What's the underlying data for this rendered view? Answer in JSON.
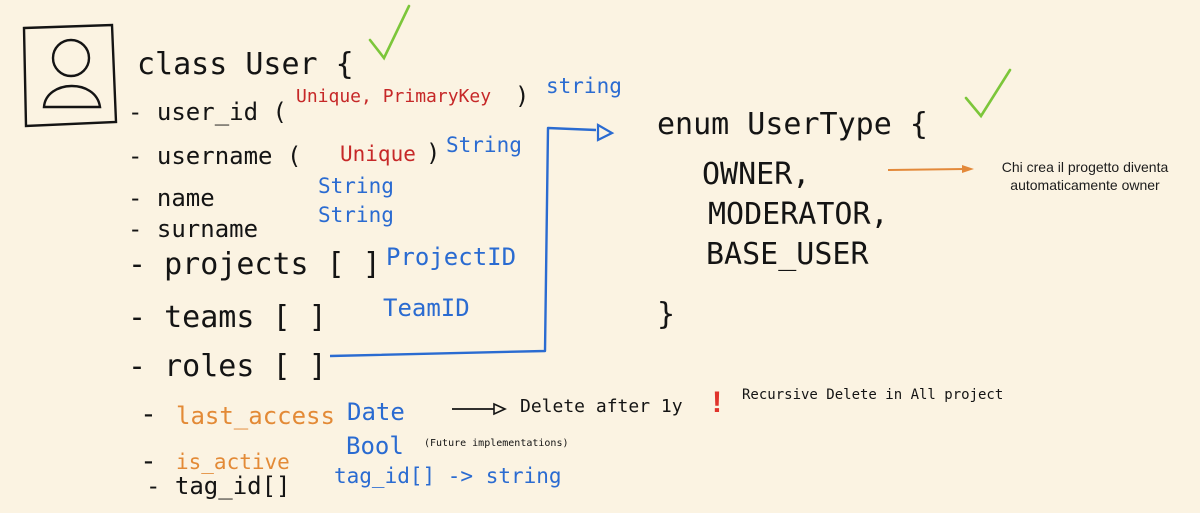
{
  "user_class": {
    "header": "class User {",
    "fields": [
      {
        "name": "- user_id (",
        "annotation": "Unique, PrimaryKey",
        "close": ")",
        "type": "string"
      },
      {
        "name": "- username (",
        "annotation": "Unique",
        "close": ")",
        "type": "String"
      },
      {
        "name": "- name",
        "type": "String"
      },
      {
        "name": "- surname",
        "type": "String"
      },
      {
        "name": "- projects [ ]",
        "type": "ProjectID"
      },
      {
        "name": "- teams [ ]",
        "type": "TeamID"
      },
      {
        "name": "- roles [ ]"
      },
      {
        "name": "last_access",
        "type": "Date",
        "note": "Delete after 1y",
        "warning": "Recursive Delete in All project"
      },
      {
        "name": "is_active",
        "type": "Bool",
        "note": "(Future implementations)"
      },
      {
        "name": "- tag_id[]",
        "type": "tag_id[] -> string"
      }
    ],
    "dashes": [
      "-",
      "-"
    ]
  },
  "enum": {
    "header": "enum UserType {",
    "values": [
      "OWNER,",
      "MODERATOR,",
      "BASE_USER"
    ],
    "close": "}",
    "owner_note": "Chi crea il progetto diventa automaticamente owner"
  },
  "colors": {
    "ink": "#141414",
    "type_annotation": "#2a6bd1",
    "constraint": "#c62828",
    "optional_field": "#e38a36",
    "checkmark": "#7cc63a",
    "note_arrow": "#e3893a",
    "warning": "#e0332b",
    "background": "#fbf3e2"
  },
  "icons": [
    "user-avatar-icon",
    "checkmark-icon",
    "exclamation-icon"
  ]
}
